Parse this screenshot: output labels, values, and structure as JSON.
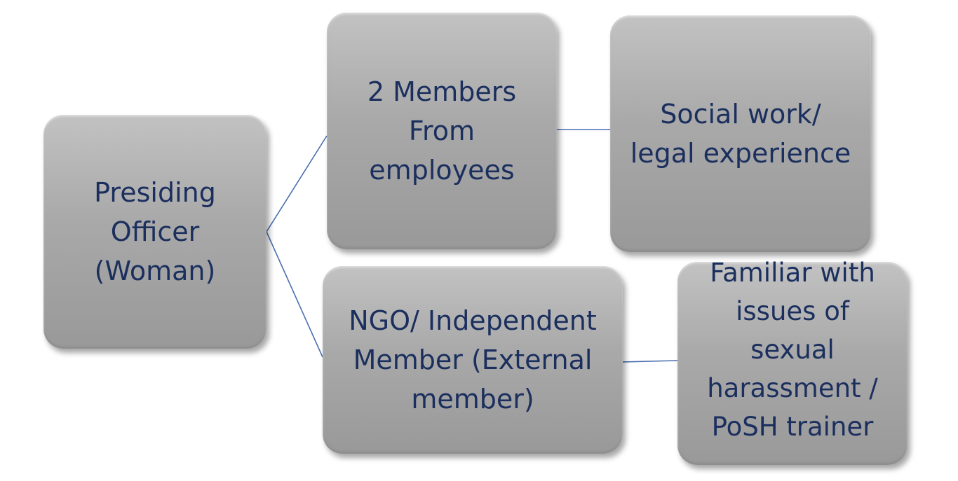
{
  "diagram": {
    "nodes": [
      {
        "id": "presiding",
        "lines": [
          "Presiding",
          "Officer",
          "(Woman)"
        ]
      },
      {
        "id": "members",
        "lines": [
          "2 Members",
          "From",
          "employees"
        ]
      },
      {
        "id": "social",
        "lines": [
          "Social work/",
          "legal experience"
        ]
      },
      {
        "id": "ngo",
        "lines": [
          "NGO/ Independent",
          "Member (External",
          "member)"
        ]
      },
      {
        "id": "familiar",
        "lines": [
          "Familiar with",
          "issues of",
          "sexual",
          "harassment /",
          "PoSH trainer"
        ]
      }
    ],
    "edges": [
      {
        "from": "presiding",
        "to": "members"
      },
      {
        "from": "presiding",
        "to": "ngo"
      },
      {
        "from": "members",
        "to": "social"
      },
      {
        "from": "ngo",
        "to": "familiar"
      }
    ],
    "colors": {
      "box_fill": "#a9a9a9",
      "text": "#1b2f5e",
      "connector": "#4a6fb0"
    }
  }
}
